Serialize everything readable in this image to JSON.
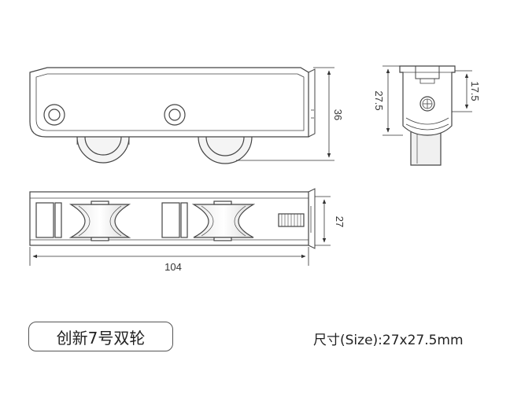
{
  "dimensions": {
    "height_side": "36",
    "width_end": "27.5",
    "inner_end": "17.5",
    "height_top": "27",
    "length": "104"
  },
  "model_label": "创新7号双轮",
  "size_label": "尺寸(Size):27x27.5mm"
}
